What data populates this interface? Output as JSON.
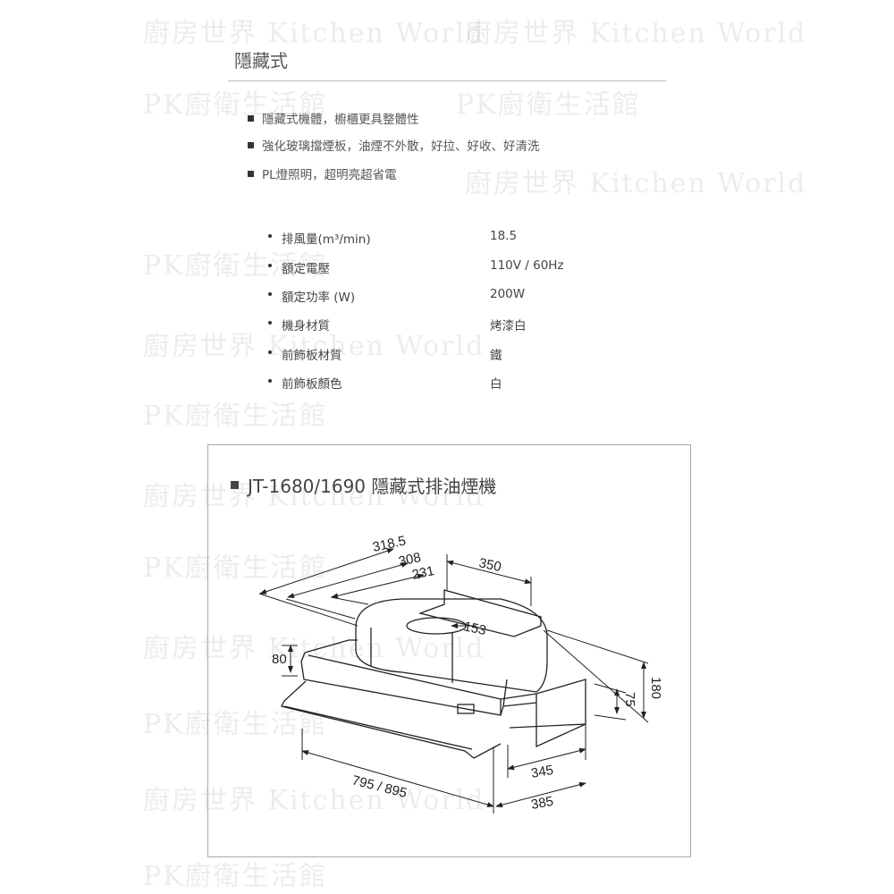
{
  "watermarks": [
    "廚房世界 Kitchen World",
    "PK廚衛生活館"
  ],
  "section_title": "隱藏式",
  "features": [
    "隱藏式機體，櫥櫃更具整體性",
    "強化玻璃擋煙板，油煙不外散，好拉、好收、好清洗",
    "PL燈照明，超明亮超省電"
  ],
  "specs": [
    {
      "label": "排風量(m³/min)",
      "value": "18.5"
    },
    {
      "label": "額定電壓",
      "value": "110V / 60Hz"
    },
    {
      "label": "額定功率 (W)",
      "value": "200W"
    },
    {
      "label": "機身材質",
      "value": "烤漆白"
    },
    {
      "label": "前飾板材質",
      "value": "鐵"
    },
    {
      "label": "前飾板顏色",
      "value": "白"
    }
  ],
  "diagram": {
    "title": "JT-1680/1690 隱藏式排油煙機",
    "dimensions": {
      "d318": "318.5",
      "d308": "308",
      "d231": "231",
      "d350": "350",
      "d153": "153",
      "d80": "80",
      "d75": "75",
      "d180": "180",
      "d345": "345",
      "d795": "795 / 895",
      "d385": "385"
    }
  }
}
